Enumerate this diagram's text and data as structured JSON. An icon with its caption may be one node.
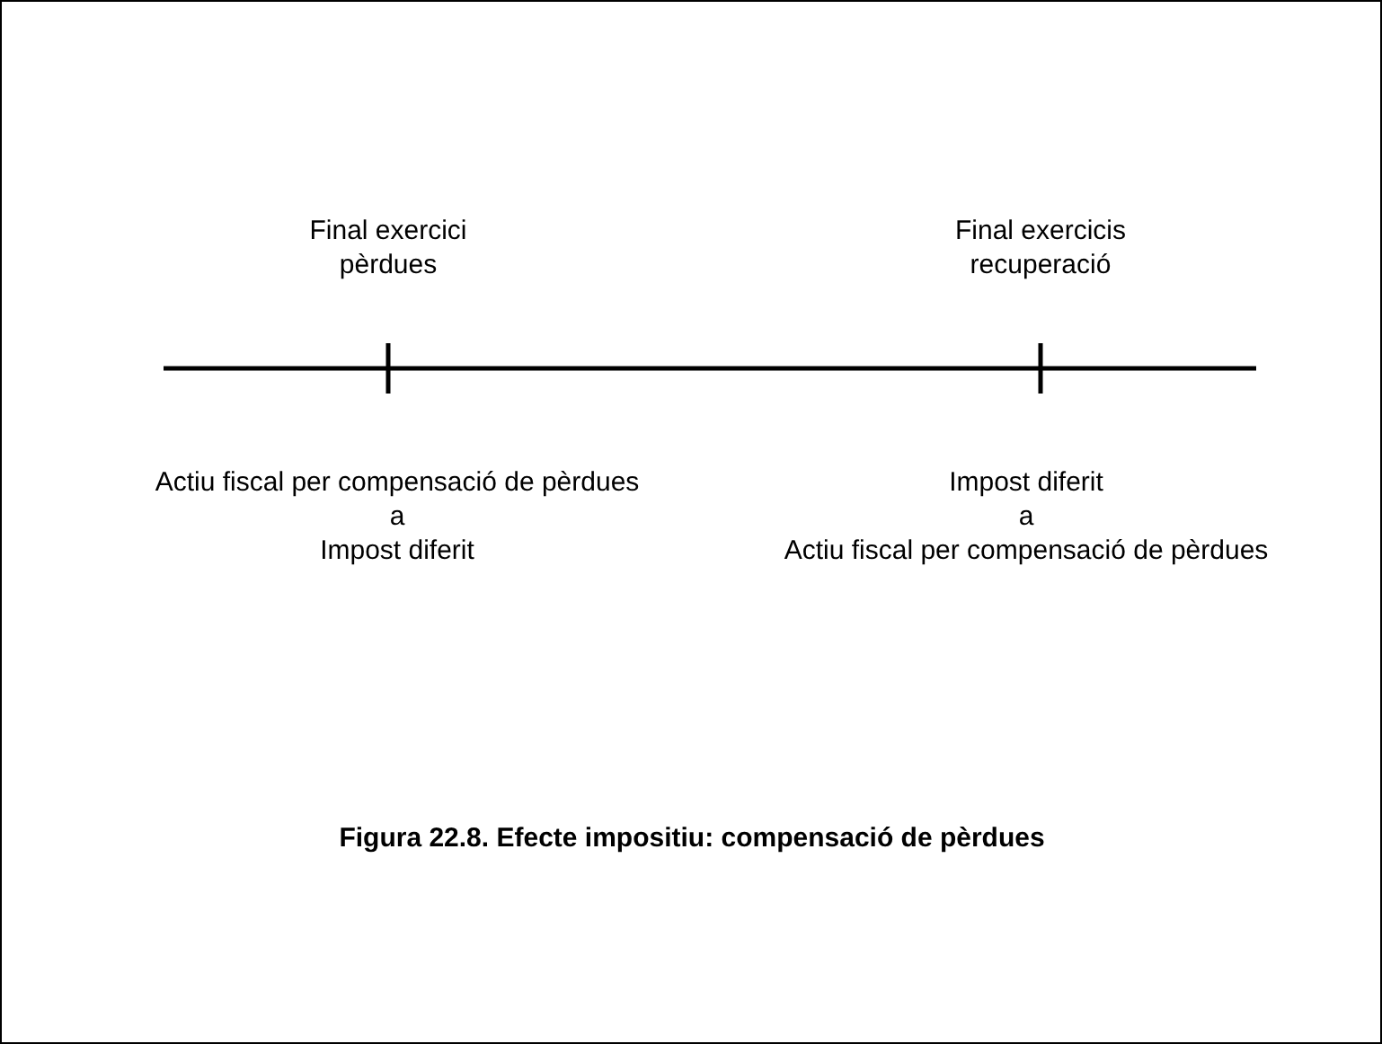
{
  "diagram": {
    "caption": "Figura 22.8. Efecte impositiu: compensació de pèrdues",
    "labels": [
      "Final exercici pèrdues",
      "Final exercicis recuperació",
      "Actiu fiscal per compensació de pèrdues",
      "a",
      "Impost diferit",
      "Impost diferit",
      "a",
      "Actiu fiscal per compensació de pèrdues"
    ]
  }
}
